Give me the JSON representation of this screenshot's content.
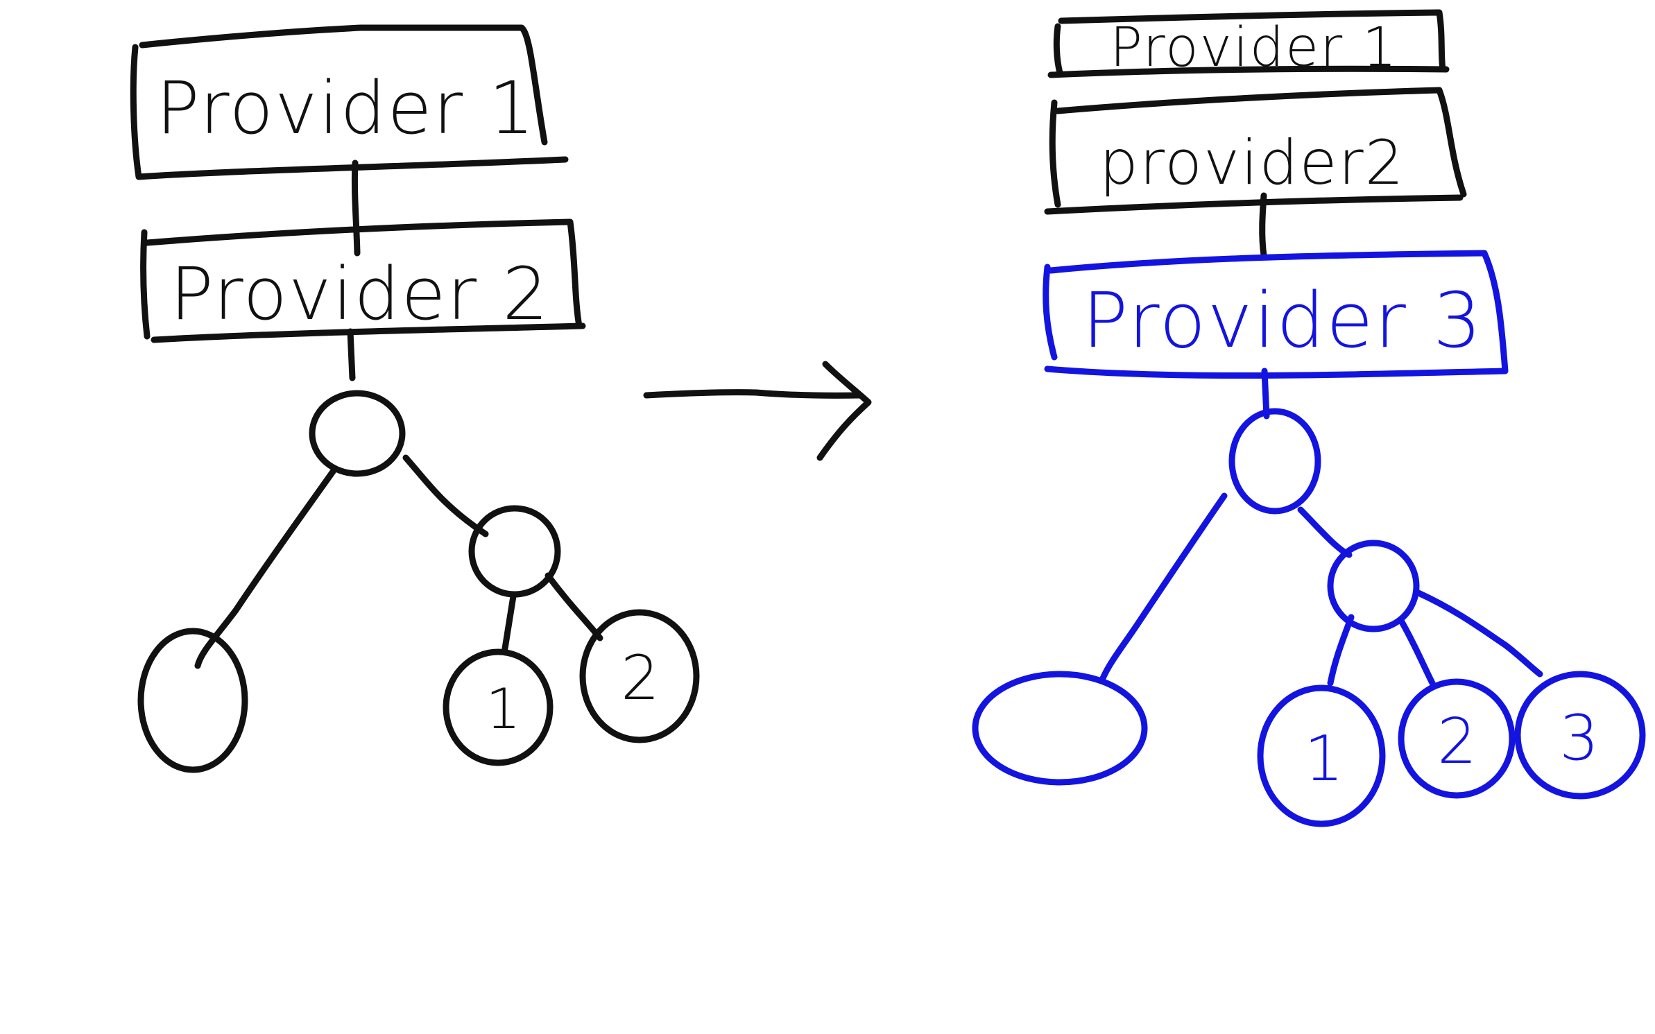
{
  "colors": {
    "before": "#111111",
    "after": "#1414e0"
  },
  "before": {
    "providers": [
      "Provider 1",
      "Provider 2"
    ],
    "tree": {
      "leaf_labels": [
        "",
        "1",
        "2"
      ]
    }
  },
  "after": {
    "providers": [
      "Provider 1",
      "provider2",
      "Provider 3"
    ],
    "tree": {
      "leaf_labels": [
        "",
        "1",
        "2",
        "3"
      ]
    }
  }
}
